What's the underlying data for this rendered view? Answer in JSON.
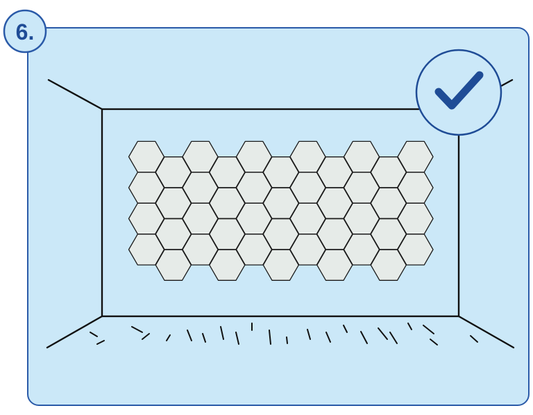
{
  "step": {
    "number_label": "6."
  },
  "status": {
    "icon": "checkmark-icon",
    "meaning": "correct"
  },
  "colors": {
    "panel_fill": "#cbe8f8",
    "panel_border": "#2a5aa8",
    "badge_fill": "#cbe8f8",
    "badge_border": "#2a5aa8",
    "badge_text": "#1f4c96",
    "check_fill": "#cbe8f8",
    "check_border": "#1f4c96",
    "check_mark": "#1f4c96",
    "tile_fill": "#e6ebe8",
    "tile_stroke": "#1a1a1a",
    "line": "#111111"
  },
  "tile_pattern": {
    "shape": "hexagon",
    "rows": 4,
    "columns": 6,
    "extra_bottom_tiles": 5
  }
}
